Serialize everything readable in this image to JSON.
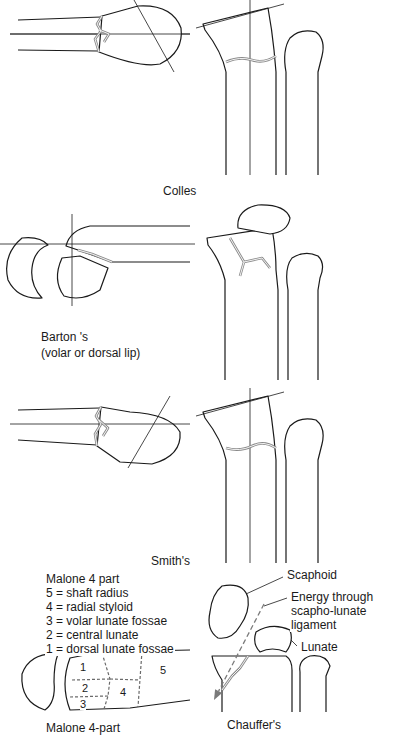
{
  "diagram": {
    "labels": [
      "Colles",
      "Barton 's",
      "(volar or dorsal lip)",
      "Smith's",
      "Malone 4 part",
      "5 = shaft radius",
      "4 = radial styloid",
      "3 = volar lunate fossae",
      "2 = central lunate",
      "1 = dorsal lunate fossae",
      "1",
      "2",
      "3",
      "4",
      "5",
      "Malone 4-part",
      "Scaphoid",
      "Energy through scapho-lunate ligament",
      "Lunate",
      "Chauffer's"
    ]
  }
}
